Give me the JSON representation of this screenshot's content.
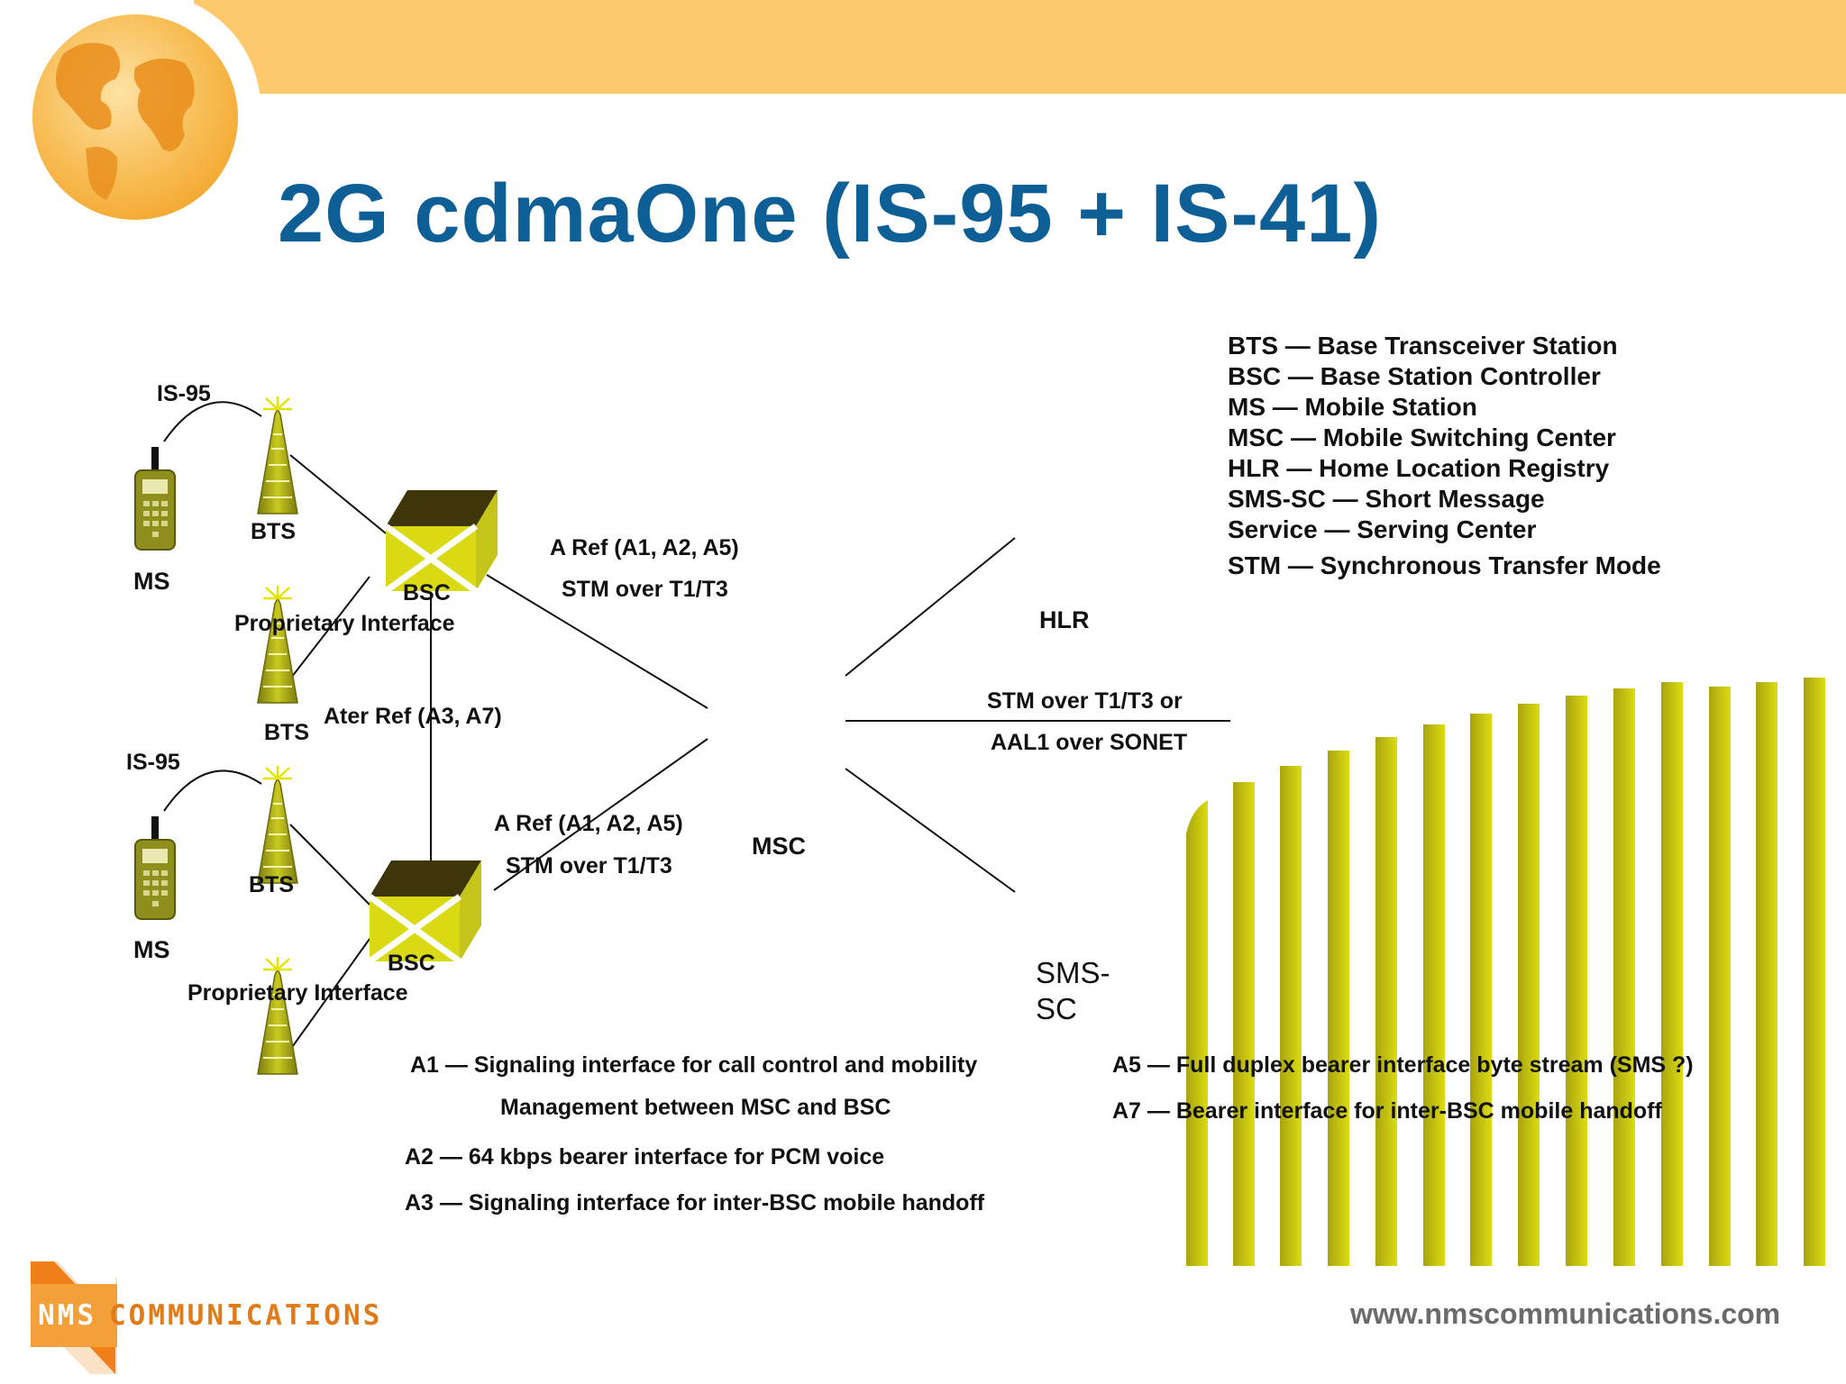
{
  "title": "2G cdmaOne (IS-95 + IS-41)",
  "diagram": {
    "is95_top": "IS-95",
    "is95_bottom": "IS-95",
    "ms_top": "MS",
    "ms_bottom": "MS",
    "bts_1": "BTS",
    "bts_2": "BTS",
    "bts_3": "BTS",
    "bsc_top": "BSC",
    "bsc_bottom": "BSC",
    "proprietary_top": "Proprietary Interface",
    "proprietary_bottom": "Proprietary Interface",
    "aref_top": "A Ref (A1, A2, A5)",
    "stm_top": "STM over T1/T3",
    "ater_ref": "Ater Ref (A3, A7)",
    "aref_bottom": "A Ref (A1, A2, A5)",
    "stm_bottom": "STM over T1/T3",
    "msc": "MSC",
    "hlr": "HLR",
    "stm_or": "STM over T1/T3 or",
    "aal1": "AAL1 over SONET",
    "sms_sc": "SMS-\nSC"
  },
  "legend": [
    "BTS — Base Transceiver Station",
    "BSC — Base Station Controller",
    "MS — Mobile Station",
    "MSC — Mobile Switching Center",
    "HLR — Home Location Registry",
    "SMS-SC — Short Message",
    "Service — Serving Center",
    "STM — Synchronous Transfer Mode"
  ],
  "notes": {
    "a1_line1": "A1 — Signaling interface for call control and mobility",
    "a1_line2": "Management between MSC and BSC",
    "a2": "A2 — 64 kbps bearer interface for PCM voice",
    "a3": "A3 — Signaling interface for inter-BSC mobile handoff",
    "a5": "A5 — Full duplex bearer interface byte stream (SMS ?)",
    "a7": "A7 — Bearer interface for inter-BSC mobile handoff"
  },
  "footer": {
    "logo_nms": "NMS",
    "logo_communications": "COMMUNICATIONS",
    "url": "www.nmscommunications.com"
  },
  "colors": {
    "title": "#0d5f96",
    "top_band": "#fec96d",
    "stripes": "#c6c21a",
    "device_olive": "#8a8a1a",
    "bsc_face": "#dada14",
    "logo_orange": "#e07b1a"
  },
  "icons": [
    "globe-icon",
    "mobile-phone-icon",
    "antenna-tower-icon",
    "bsc-switch-box-icon",
    "nms-logo-icon"
  ]
}
